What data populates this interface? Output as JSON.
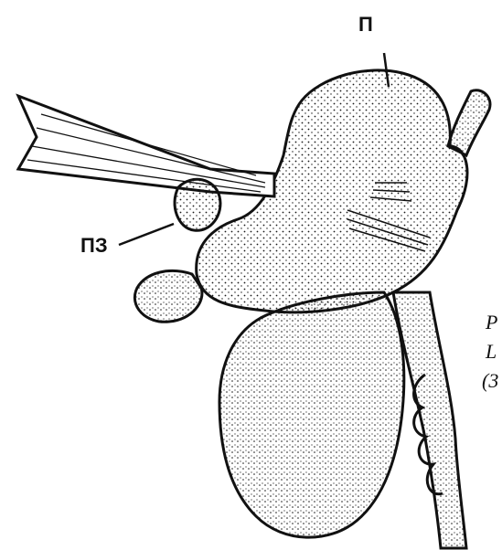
{
  "labels": {
    "top": "П",
    "left": "ПЗ"
  },
  "caption_fragments": [
    "P",
    "L",
    "(3"
  ],
  "colors": {
    "ink": "#111111",
    "paper": "#ffffff",
    "stipple": "#1a1a1a"
  }
}
